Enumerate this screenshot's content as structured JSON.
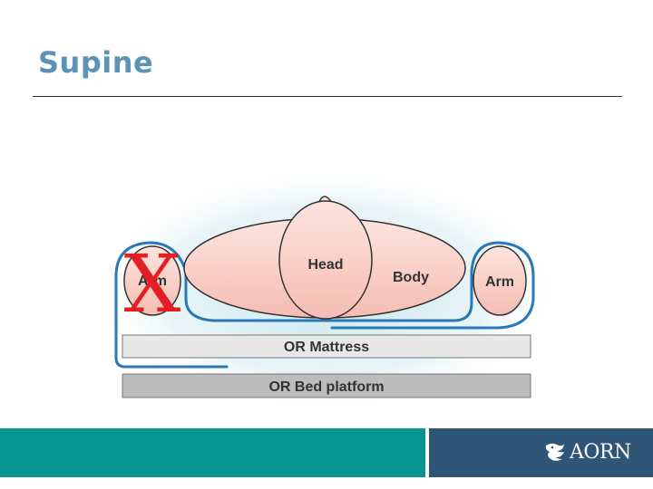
{
  "slide": {
    "title": "Supine"
  },
  "diagram": {
    "labels": {
      "head": "Head",
      "body": "Body",
      "arm_left": "Arm",
      "arm_right": "Arm",
      "mattress": "OR Mattress",
      "platform": "OR Bed platform"
    },
    "marks": {
      "incorrect": "X"
    },
    "colors": {
      "skin": "#f7c9c1",
      "outline": "#333333",
      "sheet": "#2b78b8",
      "x_mark": "#e31e24",
      "mattress": "#e8e8e8",
      "platform": "#bcbcbc"
    }
  },
  "footer": {
    "logo_text": "AORN",
    "colors": {
      "left": "#06958f",
      "right": "#2f5577"
    }
  },
  "icons": {
    "logo": "aorn-logo-icon"
  }
}
